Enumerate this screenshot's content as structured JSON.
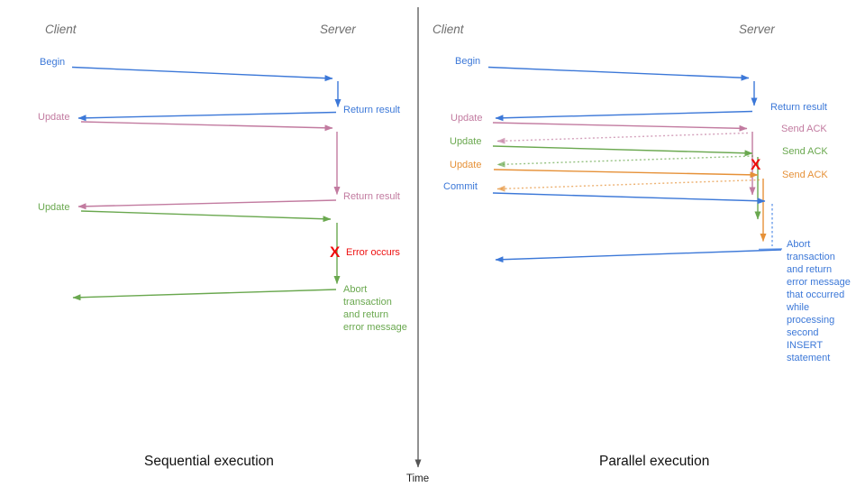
{
  "colors": {
    "blue": "#3c78d8",
    "pink": "#c27ba0",
    "green": "#6aa84f",
    "orange": "#e69138",
    "red": "#ee1111",
    "header_gray": "#6d6d6d"
  },
  "time_axis": {
    "label": "Time"
  },
  "left_panel": {
    "caption": "Sequential execution",
    "client_header": "Client",
    "server_header": "Server",
    "messages": {
      "begin": "Begin",
      "return_result_1": "Return result",
      "update_1": "Update",
      "return_result_2": "Return result",
      "update_2": "Update",
      "error_marker": "X",
      "error_label": "Error occurs",
      "abort_note": "Abort\ntransaction\nand return\nerror message"
    }
  },
  "right_panel": {
    "caption": "Parallel execution",
    "client_header": "Client",
    "server_header": "Server",
    "messages": {
      "begin": "Begin",
      "return_result": "Return result",
      "update_1": "Update",
      "send_ack_1": "Send ACK",
      "update_2": "Update",
      "send_ack_2": "Send ACK",
      "update_3": "Update",
      "send_ack_3": "Send ACK",
      "commit": "Commit",
      "error_marker": "X",
      "abort_note": "Abort\ntransaction\nand return\nerror message\nthat occurred\nwhile\nprocessing\nsecond\nINSERT\nstatement"
    }
  }
}
